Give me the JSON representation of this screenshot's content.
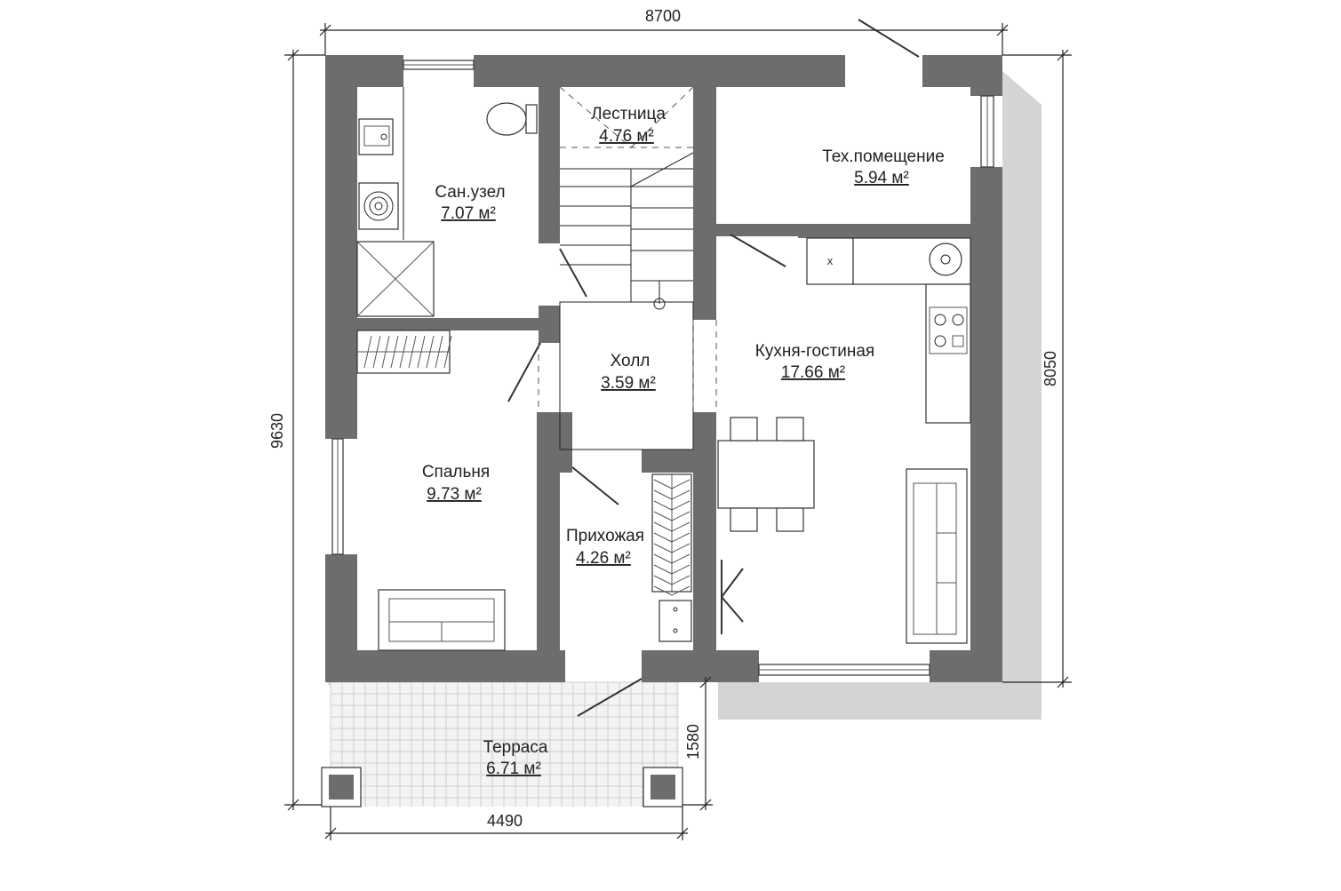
{
  "plan": {
    "rooms": [
      {
        "id": "bathroom",
        "name": "Сан.узел",
        "area": "7.07 м²"
      },
      {
        "id": "stairs",
        "name": "Лестница",
        "area": "4.76 м²"
      },
      {
        "id": "utility",
        "name": "Тех.помещение",
        "area": "5.94 м²"
      },
      {
        "id": "hall",
        "name": "Холл",
        "area": "3.59 м²"
      },
      {
        "id": "kitchen",
        "name": "Кухня-гостиная",
        "area": "17.66 м²"
      },
      {
        "id": "bedroom",
        "name": "Спальня",
        "area": "9.73 м²"
      },
      {
        "id": "entry",
        "name": "Прихожая",
        "area": "4.26 м²"
      },
      {
        "id": "terrace",
        "name": "Терраса",
        "area": "6.71 м²"
      }
    ],
    "dimensions": {
      "top_width": "8700",
      "left_height": "9630",
      "right_height": "8050",
      "terrace_depth": "1580",
      "terrace_width": "4490"
    },
    "colors": {
      "wall": "#6d6d6d",
      "shadow": "#d4d4d4",
      "terrace_grid": "#cfcfcf"
    }
  }
}
